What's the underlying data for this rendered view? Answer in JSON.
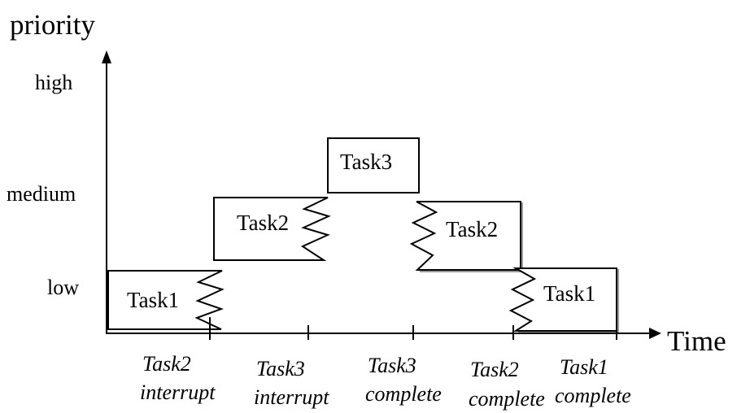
{
  "colors": {
    "ink": "#000000",
    "background": "#ffffff",
    "shadow": "#9a9a9a"
  },
  "diagram": {
    "y_axis_title": "priority",
    "x_axis_title": "Time",
    "levels": [
      {
        "label": "high"
      },
      {
        "label": "medium"
      },
      {
        "label": "low"
      }
    ],
    "segments": [
      {
        "label": "Task1",
        "priority": "low",
        "edge": "interrupted-right"
      },
      {
        "label": "Task2",
        "priority": "medium",
        "edge": "interrupted-right"
      },
      {
        "label": "Task3",
        "priority": "high",
        "edge": "none"
      },
      {
        "label": "Task2",
        "priority": "medium",
        "edge": "resumed-left"
      },
      {
        "label": "Task1",
        "priority": "low",
        "edge": "resumed-left"
      }
    ],
    "events": [
      {
        "line1": "Task2",
        "line2": "interrupt"
      },
      {
        "line1": "Task3",
        "line2": "interrupt"
      },
      {
        "line1": "Task3",
        "line2": "complete"
      },
      {
        "line1": "Task2",
        "line2": "complete"
      },
      {
        "line1": "Task1",
        "line2": "complete"
      }
    ]
  }
}
